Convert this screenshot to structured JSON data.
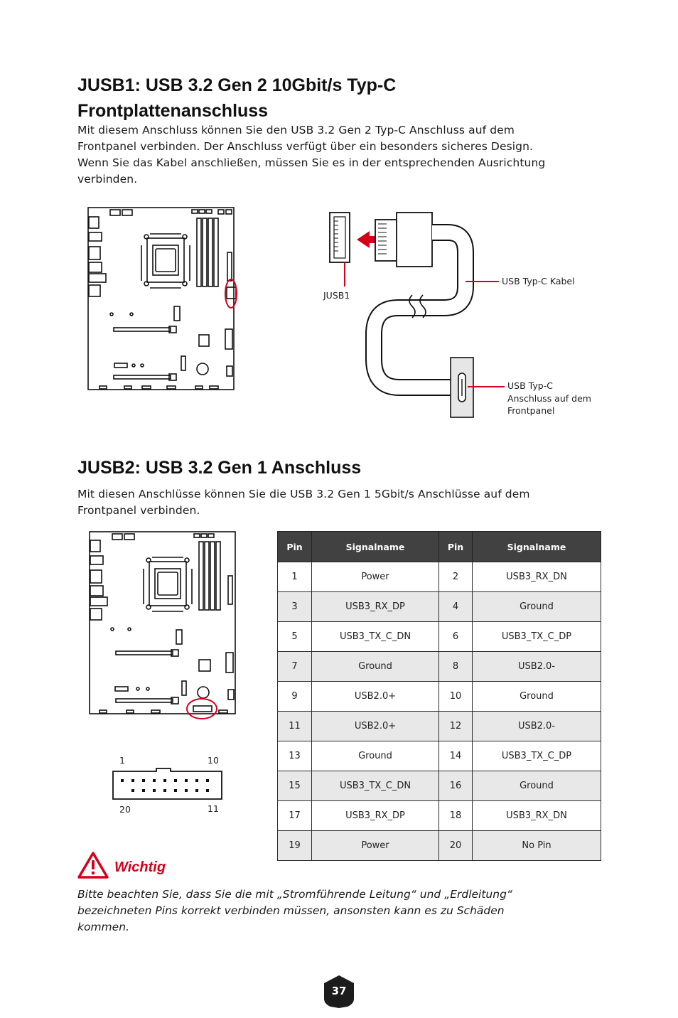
{
  "section1": {
    "title_line1": "JUSB1: USB 3.2 Gen 2 10Gbit/s Typ-C",
    "title_line2": "Frontplattenanschluss",
    "body_lines": [
      "Mit diesem Anschluss können Sie den USB 3.2 Gen 2 Typ-C Anschluss auf dem",
      "Frontpanel verbinden. Der Anschluss verfügt über ein besonders sicheres Design.",
      "Wenn Sie das Kabel anschließen, müssen Sie es in der entsprechenden Ausrichtung",
      "verbinden."
    ],
    "diagram": {
      "connector_label": "JUSB1",
      "cable_label": "USB Typ-C Kabel",
      "panel_label_lines": [
        "USB Typ-C",
        "Anschluss auf dem",
        "Frontpanel"
      ]
    }
  },
  "section2": {
    "title": "JUSB2: USB 3.2 Gen 1 Anschluss",
    "body_lines": [
      "Mit diesen Anschlüsse können Sie die USB 3.2 Gen 1 5Gbit/s Anschlüsse auf dem",
      "Frontpanel verbinden."
    ],
    "header_pins": {
      "top_left": "1",
      "top_right": "10",
      "bottom_left": "20",
      "bottom_right": "11"
    },
    "table": {
      "headers": [
        "Pin",
        "Signalname",
        "Pin",
        "Signalname"
      ],
      "rows": [
        [
          "1",
          "Power",
          "2",
          "USB3_RX_DN"
        ],
        [
          "3",
          "USB3_RX_DP",
          "4",
          "Ground"
        ],
        [
          "5",
          "USB3_TX_C_DN",
          "6",
          "USB3_TX_C_DP"
        ],
        [
          "7",
          "Ground",
          "8",
          "USB2.0-"
        ],
        [
          "9",
          "USB2.0+",
          "10",
          "Ground"
        ],
        [
          "11",
          "USB2.0+",
          "12",
          "USB2.0-"
        ],
        [
          "13",
          "Ground",
          "14",
          "USB3_TX_C_DP"
        ],
        [
          "15",
          "USB3_TX_C_DN",
          "16",
          "Ground"
        ],
        [
          "17",
          "USB3_RX_DP",
          "18",
          "USB3_RX_DN"
        ],
        [
          "19",
          "Power",
          "20",
          "No Pin"
        ]
      ]
    }
  },
  "important": {
    "title": "Wichtig",
    "lines": [
      "Bitte beachten Sie, dass Sie die mit „Stromführende Leitung“ und „Erdleitung“",
      "bezeichneten Pins korrekt verbinden müssen, ansonsten kann es zu Schäden",
      "kommen."
    ]
  },
  "page_number": "37",
  "colors": {
    "accent_red": "#d4001a",
    "table_header": "#414141",
    "row_alt": "#e8e8e8"
  }
}
